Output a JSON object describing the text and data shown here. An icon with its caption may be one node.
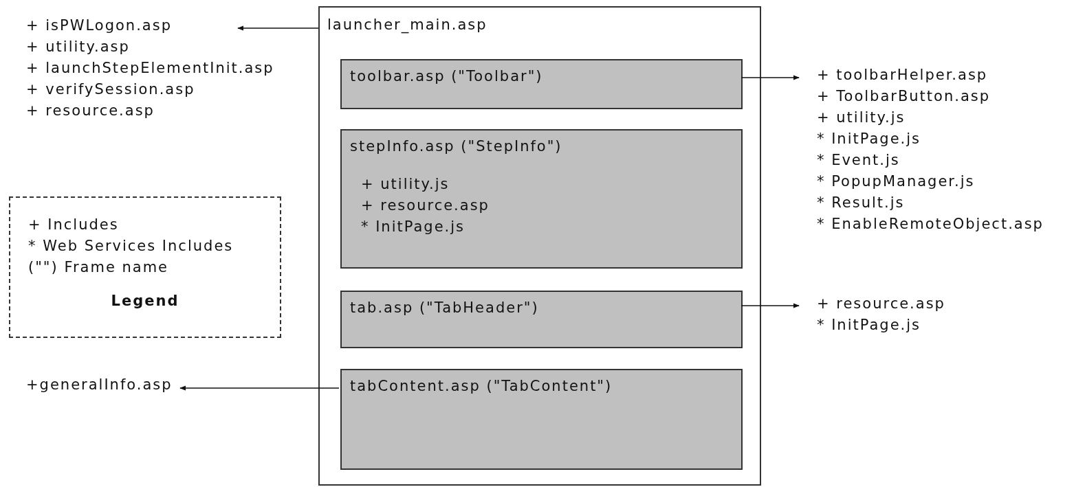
{
  "diagram": {
    "nodes": [
      {
        "text": [
          "launcher_main.asp"
        ]
      },
      {
        "text": [
          "toolbar.asp (\"Toolbar\")"
        ],
        "in": 0
      },
      {
        "text": [
          "stepInfo.asp (\"StepInfo\")",
          "+ utility.js",
          "+ resource.asp",
          "* InitPage.js"
        ],
        "in": 0
      },
      {
        "text": [
          "tab.asp (\"TabHeader\")"
        ],
        "in": 0
      },
      {
        "text": [
          "tabContent.asp (\"TabContent\")"
        ],
        "in": 0
      },
      {
        "text": [
          "+ isPWLogon.asp",
          "+ utility.asp",
          "+ launchStepElementInit.asp",
          "+ verifySession.asp",
          "+ resource.asp"
        ]
      },
      {
        "text": [
          "+ toolbarHelper.asp",
          "+ ToolbarButton.asp",
          "+ utility.js",
          "* InitPage.js",
          "* Event.js",
          "* PopupManager.js",
          "* Result.js",
          "* EnableRemoteObject.asp"
        ]
      },
      {
        "text": [
          "+ resource.asp",
          "* InitPage.js"
        ]
      },
      {
        "text": [
          "+generalInfo.asp"
        ]
      },
      {
        "text": [
          "+ Includes",
          "* Web Services Includes",
          "(\"\") Frame name",
          "Legend"
        ]
      }
    ],
    "edges": [
      {
        "from": 0,
        "to": 5,
        "arrow": "to"
      },
      {
        "from": 1,
        "to": 6,
        "arrow": "to"
      },
      {
        "from": 3,
        "to": 7,
        "arrow": "to"
      },
      {
        "from": 4,
        "to": 8,
        "arrow": "to"
      }
    ]
  }
}
